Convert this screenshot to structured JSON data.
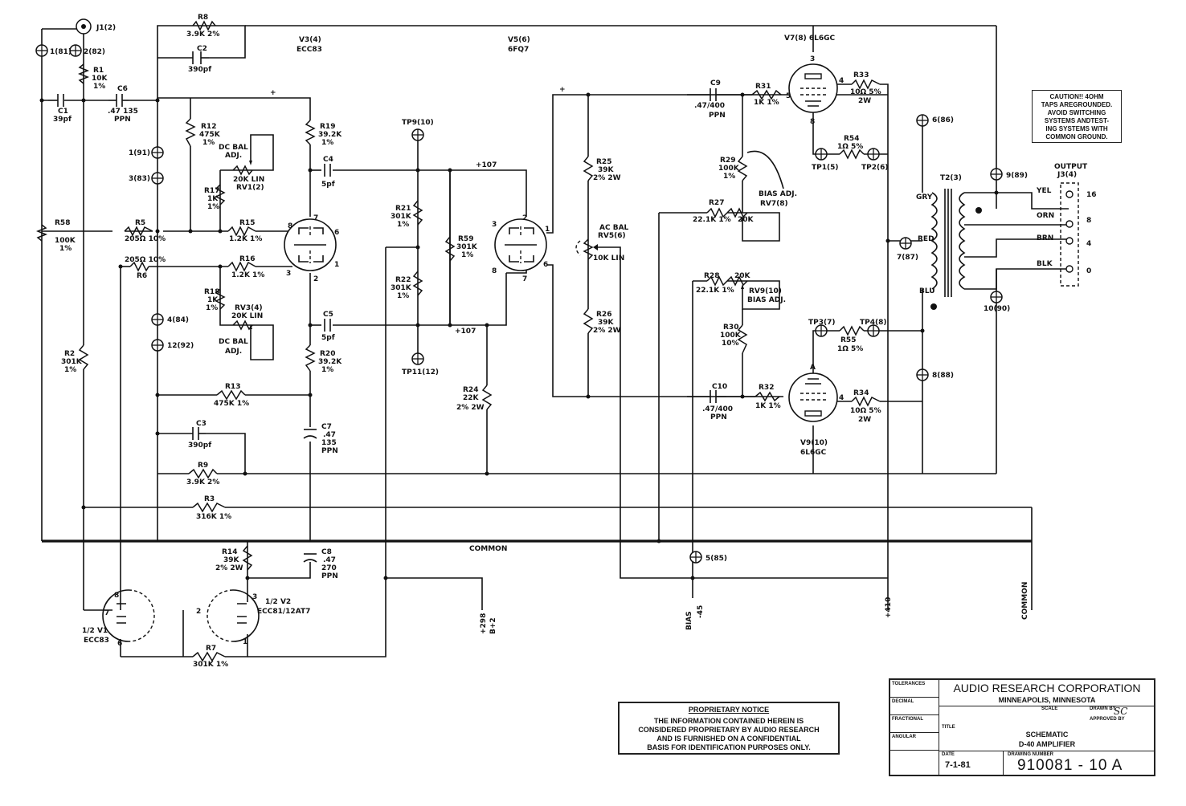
{
  "labels": {
    "J1": "J1(2)",
    "TP81": "1(81)",
    "TP82": "2(82)",
    "R8": "R8",
    "R8v": "3.9K 2%",
    "C2": "C2",
    "C2v": "390pf",
    "V3": "V3(4)",
    "V3t": "ECC83",
    "V5": "V5(6)",
    "V5t": "6FQ7",
    "V7": "V7(8)  6L6GC",
    "R1": "R1",
    "R1a": "10K",
    "R1b": "1%",
    "C1": "C1",
    "C1v": "39pf",
    "C6": "C6",
    "C6v": ".47 135",
    "C6t": "PPN",
    "R12": "R12",
    "R12a": "475K",
    "R12b": "1%",
    "R19": "R19",
    "R19a": "39.2K",
    "R19b": "1%",
    "DCBAL1": "DC BAL",
    "DCBAL1b": "ADJ.",
    "RV1": "20K LIN",
    "RV1b": "RV1(2)",
    "R17": "R17",
    "R17a": "1K",
    "R17b": "1%",
    "TP91": "1(91)",
    "TP83": "3(83)",
    "C4": "C4",
    "C4v": "5pf",
    "TP9": "TP9(10)",
    "V107a": "+107",
    "V107b": "+107",
    "plus1": "+",
    "plus2": "+",
    "R58": "R58",
    "R58a": "100K",
    "R58b": "1%",
    "R5": "R5",
    "R5v": "205Ω 10%",
    "R15": "R15",
    "R15v": "1.2K 1%",
    "R6": "R6",
    "R6v": "205Ω 10%",
    "R16": "R16",
    "R16v": "1.2K 1%",
    "R18": "R18",
    "R18a": "1K",
    "R18b": "1%",
    "RV3": "RV3(4)",
    "RV3b": "20K LIN",
    "DCBAL2": "DC BAL",
    "DCBAL2b": "ADJ.",
    "TP84": "4(84)",
    "TP92": "12(92)",
    "C5": "C5",
    "C5v": "5pf",
    "R20": "R20",
    "R20a": "39.2K",
    "R20b": "1%",
    "R2": "R2",
    "R2a": "301K",
    "R2b": "1%",
    "R21": "R21",
    "R21a": "301K",
    "R21b": "1%",
    "R22": "R22",
    "R22a": "301K",
    "R22b": "1%",
    "R59": "R59",
    "R59a": "301K",
    "R59b": "1%",
    "TP11": "TP11(12)",
    "R24": "R24",
    "R24a": "22K",
    "R24b": "2% 2W",
    "R13": "R13",
    "R13v": "475K 1%",
    "C3": "C3",
    "C3v": "390pf",
    "R9": "R9",
    "R9v": "3.9K 2%",
    "C7": "C7",
    "C7a": ".47",
    "C7b": "135",
    "C7c": "PPN",
    "R3": "R3",
    "R3v": "316K 1%",
    "COMMON1": "COMMON",
    "R14": "R14",
    "R14a": "39K",
    "R14b": "2% 2W",
    "C8": "C8",
    "C8a": ".47",
    "C8b": "270",
    "C8c": "PPN",
    "V1": "1/2 V1",
    "V1t": "ECC83",
    "V2": "1/2 V2",
    "V2t": "ECC81/12AT7",
    "R7": "R7",
    "R7v": "301K 1%",
    "B298": "+298",
    "B298b": "B+2",
    "R25": "R25",
    "R25a": "39K",
    "R25b": "2% 2W",
    "ACBAL": "AC BAL",
    "RV5": "RV5(6)",
    "RV5b": "10K LIN",
    "R26": "R26",
    "R26a": "39K",
    "R26b": "2% 2W",
    "C9": "C9",
    "C9v": ".47/400",
    "C9t": "PPN",
    "R31": "R31",
    "R31v": "1K 1%",
    "R29": "R29",
    "R29a": "100K",
    "R29b": "1%",
    "BIASADJ1": "BIAS ADJ.",
    "RV7": "RV7(8)",
    "R27": "R27",
    "R27v": "22.1K 1%",
    "K20a": "20K",
    "R28": "R28",
    "R28v": "22.1K 1%",
    "K20b": "20K",
    "RV9": "RV9(10)",
    "BIASADJ2": "BIAS ADJ.",
    "R30": "R30",
    "R30a": "100K",
    "R30b": "10%",
    "C10": "C10",
    "C10v": ".47/400",
    "C10t": "PPN",
    "R32": "R32",
    "R32v": "1K 1%",
    "V9": "V9(10)",
    "V9t": "6L6GC",
    "R33": "R33",
    "R33a": "10Ω 5%",
    "R33b": "2W",
    "R54": "R54",
    "R54v": "1Ω 5%",
    "TP1": "TP1(5)",
    "TP2": "TP2(6)",
    "TP3": "TP3(7)",
    "TP4": "TP4(8)",
    "R55": "R55",
    "R55v": "1Ω 5%",
    "R34": "R34",
    "R34a": "10Ω 5%",
    "R34b": "2W",
    "TP86": "6(86)",
    "T2": "T2(3)",
    "TP89": "9(89)",
    "TP87": "7(87)",
    "TP88": "8(88)",
    "TP90": "10(90)",
    "TP85": "5(85)",
    "GRY": "GRY",
    "RED": "RED",
    "BLU": "BLU",
    "OUTPUT": "OUTPUT",
    "J3": "J3(4)",
    "YEL": "YEL",
    "ORN": "ORN",
    "BRN": "BRN",
    "BLK": "BLK",
    "T16": "16",
    "T8": "8",
    "T4": "4",
    "T0": "0",
    "BIAS": "BIAS",
    "N45": "-45",
    "P410": "+410",
    "COMMON2": "COMMON",
    "pin8a": "8",
    "pin7a": "7",
    "pin6a": "6",
    "pin3a": "3",
    "pin2a": "2",
    "pin1a": "1",
    "pin3b": "3",
    "pin2b": "2",
    "pin1b": "1",
    "pin8b": "8",
    "pin7b": "7",
    "pin6b": "6",
    "pin3c": "3",
    "pin4c": "4",
    "pin8c": "8",
    "pin5c": "5",
    "pin4d": "4",
    "pinA": "A",
    "pin8v1": "8",
    "pin7v1": "7",
    "pin6v1": "6",
    "pin3v2": "3",
    "pin2v2": "2",
    "pin1v2": "1"
  },
  "caution": [
    "CAUTION!! 4OHM",
    "TAPS AREGROUNDED.",
    "AVOID SWITCHING",
    "SYSTEMS ANDTEST-",
    "ING SYSTEMS WITH",
    "COMMON GROUND."
  ],
  "notice": {
    "title": "PROPRIETARY NOTICE",
    "body": [
      "THE INFORMATION CONTAINED HEREIN IS",
      "CONSIDERED PROPRIETARY BY AUDIO RESEARCH",
      "AND IS FURNISHED ON A CONFIDENTIAL",
      "BASIS FOR IDENTIFICATION PURPOSES ONLY."
    ]
  },
  "titleblock": {
    "left": [
      "TOLERANCES",
      "DECIMAL",
      "FRACTIONAL",
      "ANGULAR",
      ""
    ],
    "company": "AUDIO RESEARCH CORPORATION",
    "city": "MINNEAPOLIS, MINNESOTA",
    "scale_label": "SCALE",
    "drawn_label": "DRAWN BY",
    "drawn_by": "SC",
    "approved_label": "APPROVED BY",
    "title_label": "TITLE",
    "title1": "SCHEMATIC",
    "title2": "D-40 AMPLIFIER",
    "date_label": "DATE",
    "date": "7-1-81",
    "dwg_label": "DRAWING NUMBER",
    "dwg_no": "910081 - 10   A"
  }
}
